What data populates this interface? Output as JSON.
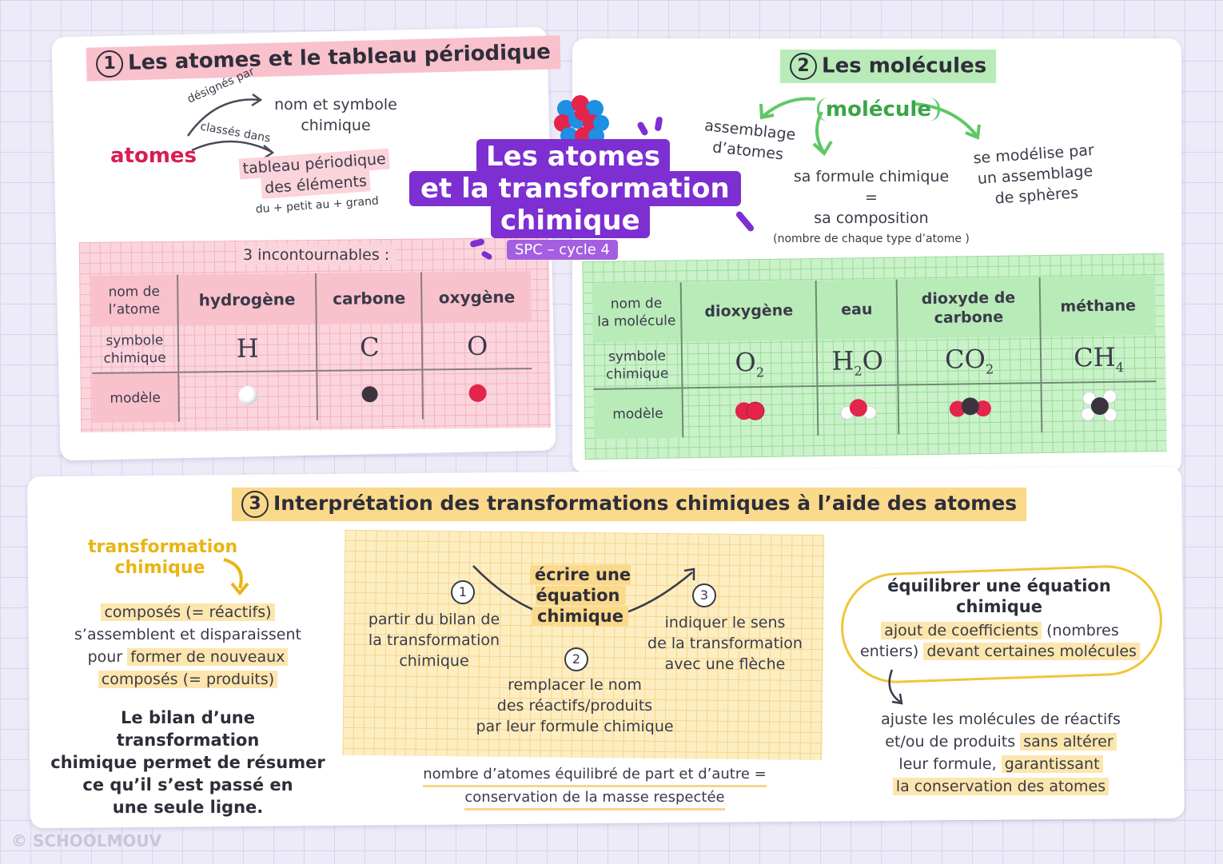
{
  "center": {
    "title_line1": "Les atomes",
    "title_line2": "et la transformation",
    "title_line3": "chimique",
    "subtitle": "SPC – cycle 4"
  },
  "section1": {
    "number": "1",
    "title": "Les atomes et le tableau périodique",
    "atomes": "atomes",
    "designes_par": "désignés par",
    "classes_dans": "classés dans",
    "nom_symbole_l1": "nom et symbole",
    "nom_symbole_l2": "chimique",
    "tableau_l1": "tableau périodique",
    "tableau_l2": "des éléments",
    "tableau_note": "du + petit au + grand",
    "incontournables": "3 incontournables :",
    "table": {
      "row_header_name_l1": "nom de",
      "row_header_name_l2": "l’atome",
      "row_header_symbol_l1": "symbole",
      "row_header_symbol_l2": "chimique",
      "row_header_model": "modèle",
      "columns": [
        {
          "name": "hydrogène",
          "symbol": "H",
          "color": "#ffffff"
        },
        {
          "name": "carbone",
          "symbol": "C",
          "color": "#3b3440"
        },
        {
          "name": "oxygène",
          "symbol": "O",
          "color": "#e3244b"
        }
      ]
    }
  },
  "section2": {
    "number": "2",
    "title": "Les molécules",
    "molecule": "molécule",
    "assemblage_l1": "assemblage",
    "assemblage_l2": "d’atomes",
    "formule_l1": "sa formule chimique",
    "formule_eq": "=",
    "formule_l2": "sa composition",
    "formule_note": "(nombre de chaque type d’atome )",
    "spheres_l1": "se modélise par",
    "spheres_l2": "un assemblage",
    "spheres_l3": "de sphères",
    "table": {
      "row_header_name_l1": "nom de",
      "row_header_name_l2": "la molécule",
      "row_header_symbol_l1": "symbole",
      "row_header_symbol_l2": "chimique",
      "row_header_model": "modèle",
      "columns": [
        {
          "name_l1": "dioxygène",
          "name_l2": "",
          "formula_base": "O",
          "formula_sub": "2",
          "formula_mid": "",
          "formula_mid2": ""
        },
        {
          "name_l1": "eau",
          "name_l2": "",
          "formula_base": "H",
          "formula_sub": "2",
          "formula_mid": "O",
          "formula_mid2": ""
        },
        {
          "name_l1": "dioxyde de",
          "name_l2": "carbone",
          "formula_base": "CO",
          "formula_sub": "2",
          "formula_mid": "",
          "formula_mid2": ""
        },
        {
          "name_l1": "méthane",
          "name_l2": "",
          "formula_base": "CH",
          "formula_sub": "4",
          "formula_mid": "",
          "formula_mid2": ""
        }
      ]
    }
  },
  "section3": {
    "number": "3",
    "title": "Interprétation des transformations chimiques à l’aide des atomes",
    "transfo_l1": "transformation",
    "transfo_l2": "chimique",
    "composes_reactifs": "composés (= réactifs)",
    "assemblent": "s’assemblent et disparaissent",
    "pour": "pour",
    "former": "former de nouveaux",
    "composes_produits": "composés (= produits)",
    "bilan_l1": "Le bilan d’une transformation",
    "bilan_l2": "chimique permet de résumer",
    "bilan_l3": "ce qu’il s’est passé en",
    "bilan_l4": "une seule ligne.",
    "ecrire_l1": "écrire une équation",
    "ecrire_l2": "chimique",
    "step1_num": "1",
    "step1_l1": "partir du bilan de",
    "step1_l2": "la transformation",
    "step1_l3": "chimique",
    "step2_num": "2",
    "step2_l1": "remplacer le nom",
    "step2_l2": "des réactifs/produits",
    "step2_l3": "par leur formule chimique",
    "step3_num": "3",
    "step3_l1": "indiquer le sens",
    "step3_l2": "de la transformation",
    "step3_l3": "avec une flèche",
    "conservation_l1": "nombre d’atomes équilibré de part et d’autre =",
    "conservation_l2": "conservation de la masse respectée",
    "equilibrer_l1": "équilibrer une équation",
    "equilibrer_l2": "chimique",
    "ajout": "ajout de coefficients",
    "nombres": "(nombres",
    "entiers": "entiers)",
    "devant": "devant certaines molécules",
    "ajuste_l1": "ajuste les molécules de réactifs",
    "ajuste_l2a": "et/ou de produits",
    "ajuste_l2b": "sans altérer",
    "ajuste_l3a": "leur formule,",
    "ajuste_l3b": "garantissant",
    "ajuste_l4": "la conservation des atomes"
  },
  "footer": {
    "copyright": "© SCHOOLMOUV"
  },
  "colors": {
    "pink": "#f9c1cc",
    "green": "#b8ebb8",
    "yellow": "#fbd98a",
    "purple": "#7d2fd1",
    "red_text": "#d91e4f",
    "green_text": "#3aa546",
    "yellow_text": "#e9b511"
  }
}
